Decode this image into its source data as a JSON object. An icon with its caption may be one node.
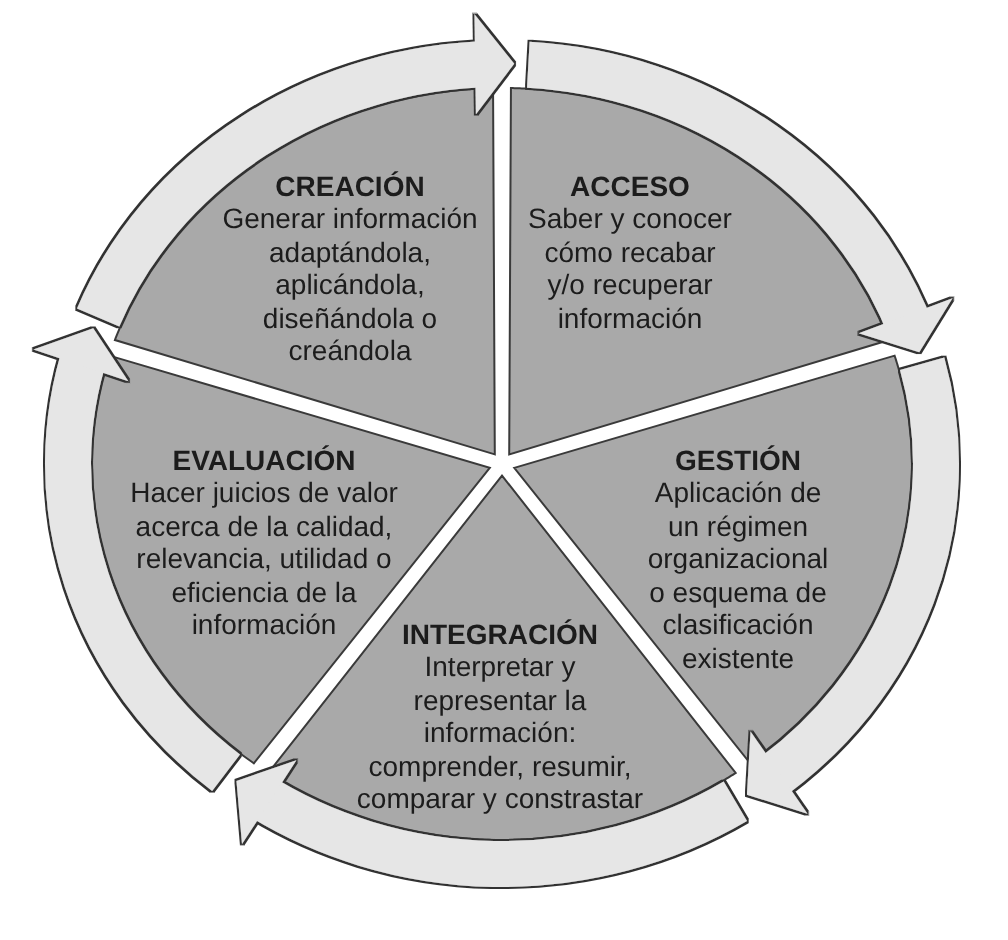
{
  "diagram": {
    "nodes": [
      {
        "text": [
          "CREACIÓN",
          "Generar información adaptándola, aplicándola, diseñándola o creándola"
        ]
      },
      {
        "text": [
          "ACCESO",
          "Saber y conocer cómo recabar y/o recuperar información"
        ]
      },
      {
        "text": [
          "EVALUACIÓN",
          "Hacer juicios de valor acerca de la calidad, relevancia, utilidad o eficiencia de la información"
        ]
      },
      {
        "text": [
          "GESTIÓN",
          "Aplicación de un régimen organizacional o esquema de clasificación existente"
        ]
      },
      {
        "text": [
          "INTEGRACIÓN",
          "Interpretar y representar la información: comprender, resumir, comparar y constrastar"
        ]
      }
    ],
    "edges": [
      {
        "from": 0,
        "to": 1,
        "arrow": "to"
      },
      {
        "from": 1,
        "to": 3,
        "arrow": "to"
      },
      {
        "from": 3,
        "to": 4,
        "arrow": "to"
      },
      {
        "from": 4,
        "to": 2,
        "arrow": "to"
      },
      {
        "from": 2,
        "to": 0,
        "arrow": "to"
      }
    ]
  }
}
